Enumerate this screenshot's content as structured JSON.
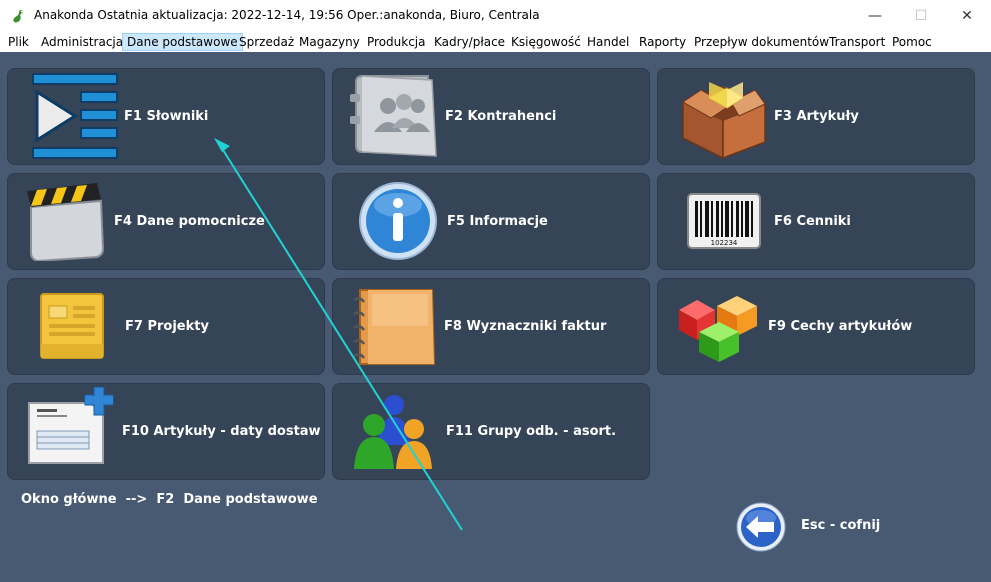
{
  "window": {
    "title": "Anakonda Ostatnia aktualizacja: 2022-12-14, 19:56 Oper.:anakonda, Biuro, Centrala",
    "min_glyph": "—",
    "max_glyph": "☐",
    "close_glyph": "✕"
  },
  "menu": {
    "items": [
      "Plik",
      "Administracja",
      "Dane podstawowe",
      "Sprzedaż",
      "Magazyny",
      "Produkcja",
      "Kadry/płace",
      "Księgowość",
      "Handel",
      "Raporty",
      "Przepływ dokumentów",
      "Transport",
      "Pomoc"
    ],
    "active": "Dane podstawowe"
  },
  "tiles": [
    {
      "label": "F1  Słowniki",
      "icon": "list-play-icon"
    },
    {
      "label": "F2  Kontrahenci",
      "icon": "address-book-icon"
    },
    {
      "label": "F3  Artykuły",
      "icon": "open-box-icon"
    },
    {
      "label": "F4  Dane pomocnicze",
      "icon": "clapperboard-icon"
    },
    {
      "label": "F5  Informacje",
      "icon": "info-icon"
    },
    {
      "label": "F6  Cenniki",
      "icon": "barcode-icon"
    },
    {
      "label": "F7  Projekty",
      "icon": "sticky-note-icon"
    },
    {
      "label": "F8  Wyznaczniki faktur",
      "icon": "notebook-icon"
    },
    {
      "label": "F9  Cechy artykułów",
      "icon": "cubes-icon"
    },
    {
      "label": "F10  Artykuły - daty dostaw",
      "icon": "document-add-icon"
    },
    {
      "label": "F11  Grupy odb. - asort.",
      "icon": "user-group-icon"
    }
  ],
  "barcode_number": "102234",
  "status": {
    "text": "Okno główne  -->  F2  Dane podstawowe"
  },
  "esc": {
    "label": "Esc - cofnij",
    "icon": "back-arrow-icon"
  },
  "colors": {
    "background": "#475a72",
    "tile": "#364457",
    "annotation": "#1fd3d3"
  }
}
